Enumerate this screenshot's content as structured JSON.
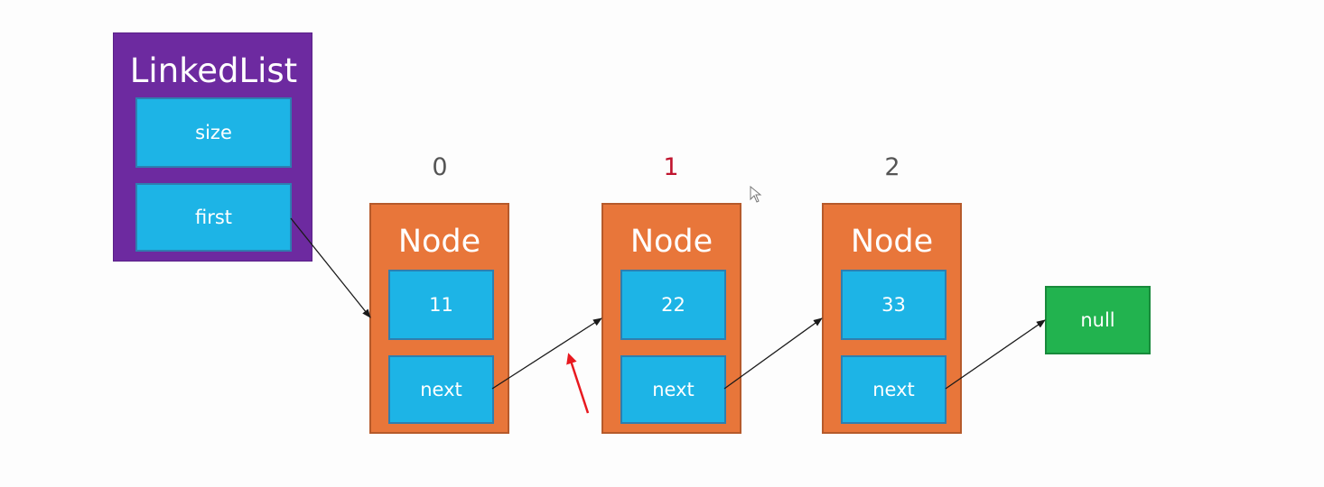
{
  "linked_list": {
    "title": "LinkedList",
    "fields": {
      "size": "size",
      "first": "first"
    }
  },
  "nodes": [
    {
      "index": "0",
      "title": "Node",
      "value": "11",
      "next_label": "next"
    },
    {
      "index": "1",
      "title": "Node",
      "value": "22",
      "next_label": "next"
    },
    {
      "index": "2",
      "title": "Node",
      "value": "33",
      "next_label": "next"
    }
  ],
  "terminal": {
    "label": "null"
  },
  "colors": {
    "linked_list_bg": "#6d2aa0",
    "node_bg": "#e8763a",
    "field_bg": "#1db4e6",
    "null_bg": "#22b34f",
    "highlight_index": "#c0152f",
    "annotation_arrow": "#e8191f"
  },
  "icons": {
    "cursor": "mouse-pointer-icon"
  }
}
